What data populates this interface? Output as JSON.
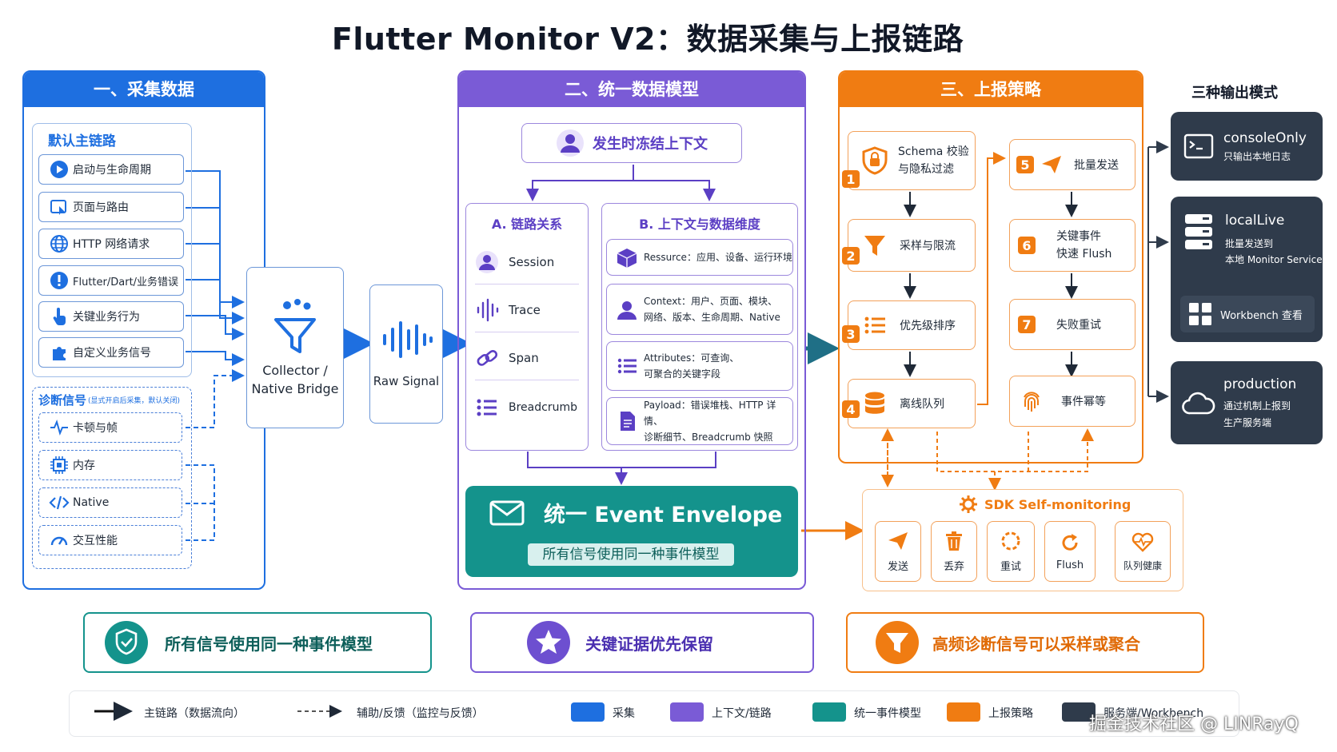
{
  "title": "Flutter Monitor V2：数据采集与上报链路",
  "collect": {
    "header": "一、采集数据",
    "default_title": "默认主链路",
    "default_items": [
      "启动与生命周期",
      "页面与路由",
      "HTTP 网络请求",
      "Flutter/Dart/业务错误",
      "关键业务行为",
      "自定义业务信号"
    ],
    "diag_title": "诊断信号",
    "diag_note": "(显式开启后采集，默认关闭)",
    "diag_items": [
      "卡顿与帧",
      "内存",
      "Native",
      "交互性能"
    ]
  },
  "bridge": {
    "line1": "Collector /",
    "line2": "Native Bridge"
  },
  "raw_signal": "Raw Signal",
  "model": {
    "header": "二、统一数据模型",
    "freeze": "发生时冻结上下文",
    "a_title": "A. 链路关系",
    "a_items": [
      "Session",
      "Trace",
      "Span",
      "Breadcrumb"
    ],
    "b_title": "B. 上下文与数据维度",
    "b_items": [
      {
        "l1": "Ressurce：应用、设备、运行环境",
        "l2": ""
      },
      {
        "l1": "Context：用户、页面、模块、",
        "l2": "网络、版本、生命周期、Native"
      },
      {
        "l1": "Attributes：可查询、",
        "l2": "可聚合的关键字段"
      },
      {
        "l1": "Payload：错误堆栈、HTTP 详情、",
        "l2": "诊断细节、Breadcrumb 快照"
      }
    ],
    "envelope_title": "统一 Event Envelope",
    "envelope_sub": "所有信号使用同一种事件模型"
  },
  "strategy": {
    "header": "三、上报策略",
    "left": [
      {
        "n": "1",
        "l1": "Schema 校验",
        "l2": "与隐私过滤"
      },
      {
        "n": "2",
        "l1": "采样与限流",
        "l2": ""
      },
      {
        "n": "3",
        "l1": "优先级排序",
        "l2": ""
      },
      {
        "n": "4",
        "l1": "离线队列",
        "l2": ""
      }
    ],
    "right": [
      {
        "n": "5",
        "l1": "批量发送",
        "l2": ""
      },
      {
        "n": "6",
        "l1": "关键事件",
        "l2": "快速 Flush"
      },
      {
        "n": "7",
        "l1": "失败重试",
        "l2": ""
      },
      {
        "n": "",
        "l1": "事件幂等",
        "l2": ""
      }
    ],
    "selfmon_title": "SDK Self-monitoring",
    "selfmon_items": [
      "发送",
      "丢弃",
      "重试",
      "Flush",
      "队列健康"
    ]
  },
  "outputs": {
    "title": "三种输出模式",
    "console": {
      "name": "consoleOnly",
      "desc": "只输出本地日志"
    },
    "local": {
      "name": "localLive",
      "desc1": "批量发送到",
      "desc2": "本地 Monitor Service",
      "workbench": "Workbench 查看"
    },
    "prod": {
      "name": "production",
      "desc1": "通过机制上报到",
      "desc2": "生产服务端"
    }
  },
  "principles": [
    "所有信号使用同一种事件模型",
    "关键证据优先保留",
    "高频诊断信号可以采样或聚合"
  ],
  "legend": {
    "main": "主链路（数据流向）",
    "aux": "辅助/反馈（监控与反馈）",
    "items": [
      {
        "label": "采集",
        "color": "#1e6fe0"
      },
      {
        "label": "上下文/链路",
        "color": "#7a5bd6"
      },
      {
        "label": "统一事件模型",
        "color": "#14938c"
      },
      {
        "label": "上报策略",
        "color": "#f07c12"
      },
      {
        "label": "服务端/Workbench",
        "color": "#2f3b4b"
      }
    ]
  },
  "watermark": "掘金技术社区 @ LINRayQ",
  "colors": {
    "blue": "#1e6fe0",
    "purple": "#7a5bd6",
    "teal": "#14938c",
    "orange": "#f07c12",
    "dark": "#2f3b4b"
  }
}
